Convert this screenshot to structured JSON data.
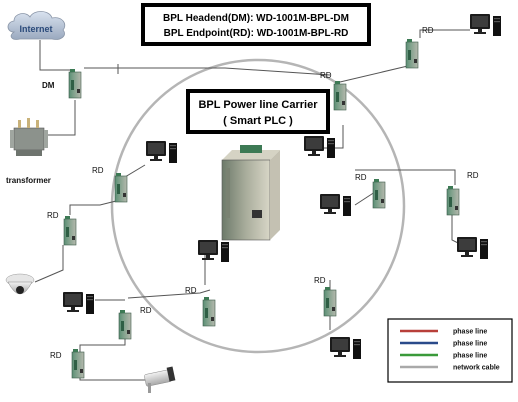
{
  "header": {
    "line1": "BPL Headend(DM): WD-1001M-BPL-DM",
    "line2": "BPL Endpoint(RD): WD-1001M-BPL-RD"
  },
  "center": {
    "line1": "BPL Power line Carrier",
    "line2": "( Smart PLC )"
  },
  "internet": {
    "label": "Internet"
  },
  "dm": {
    "label": "DM"
  },
  "transformer": {
    "label": "transformer"
  },
  "rd_label": "RD",
  "legend": {
    "items": [
      {
        "label": "phase line",
        "color": "#b8403a"
      },
      {
        "label": "phase line",
        "color": "#2a4a8a"
      },
      {
        "label": "phase line",
        "color": "#3a9a3a"
      },
      {
        "label": "network cable",
        "color": "#a9a9a9"
      }
    ]
  },
  "colors": {
    "ring": "#b0b0b0",
    "cable": "#555555",
    "device_body": "#9aa08f",
    "device_side": "#4f8a6a"
  }
}
